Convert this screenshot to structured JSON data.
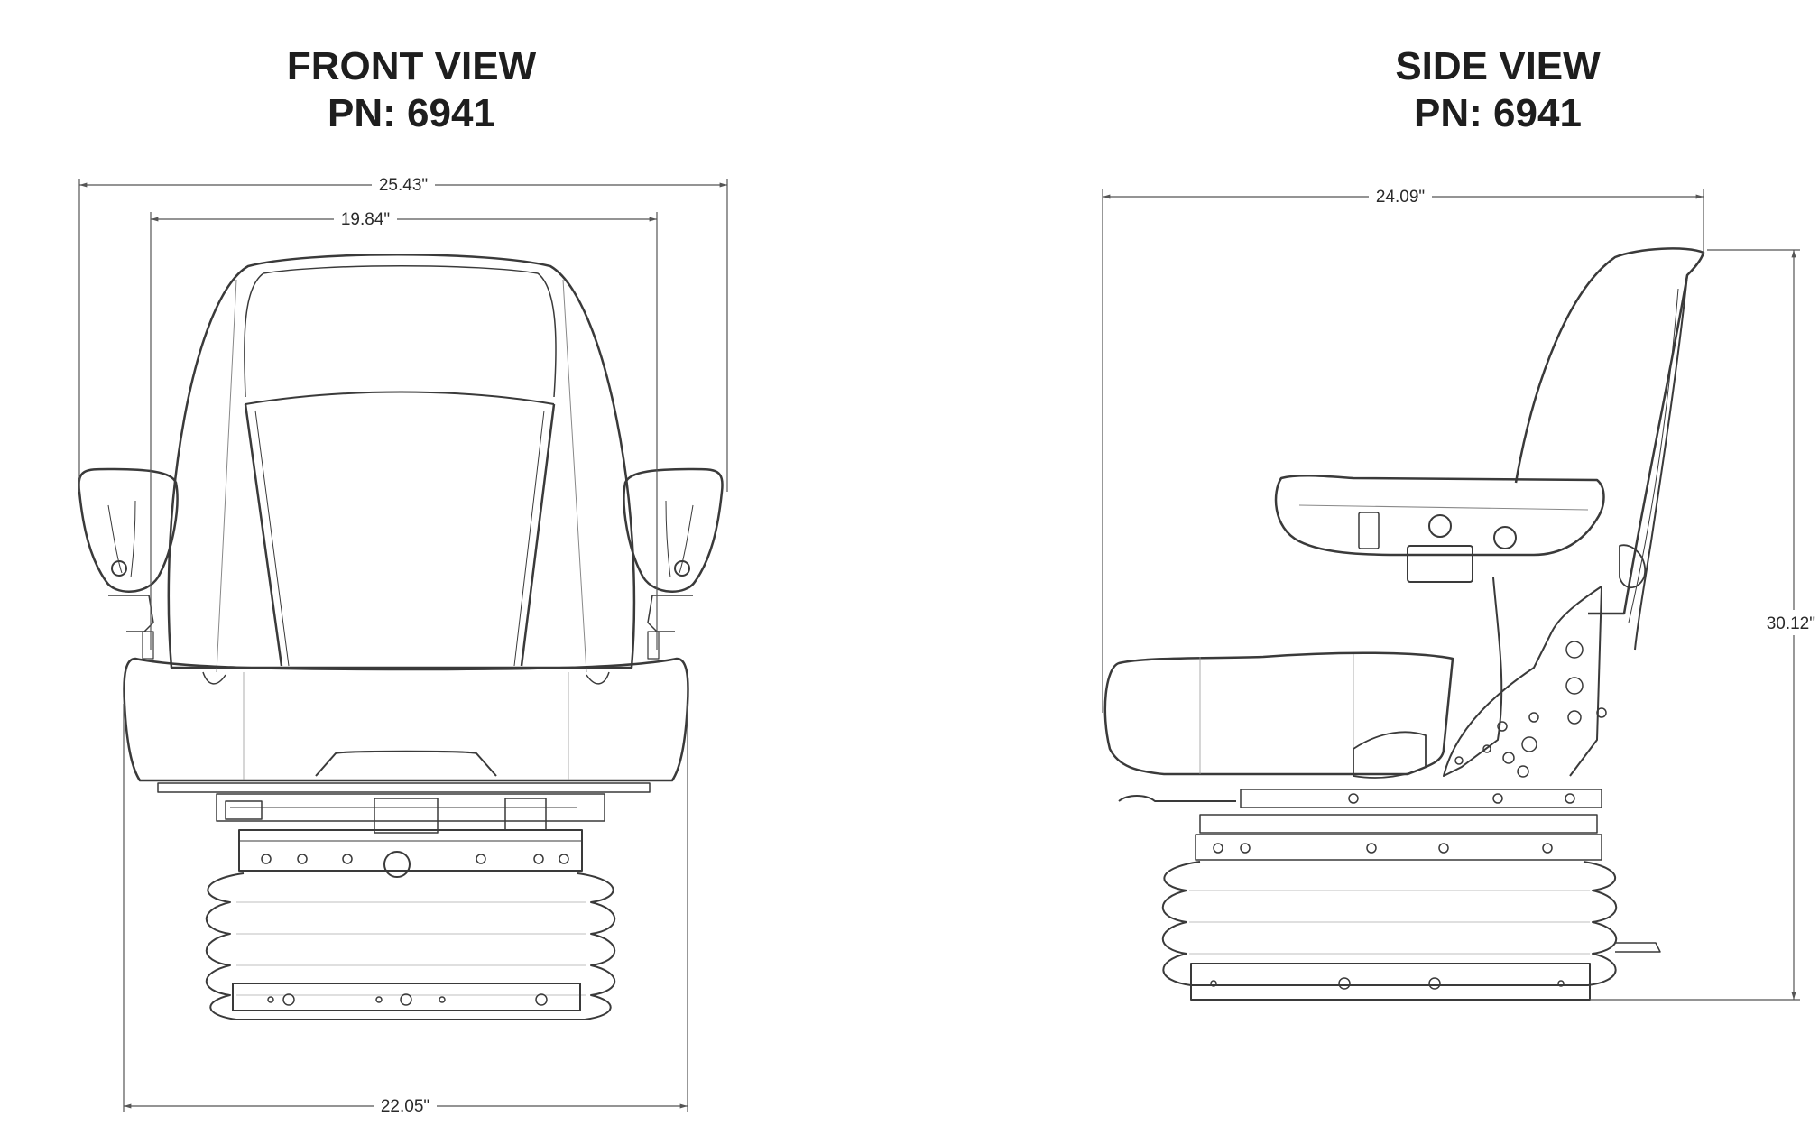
{
  "front_view": {
    "title": "FRONT VIEW",
    "part_number": "PN: 6941",
    "dimensions": {
      "overall_width": "25.43\"",
      "backrest_width": "19.84\"",
      "base_width": "22.05\""
    }
  },
  "side_view": {
    "title": "SIDE VIEW",
    "part_number": "PN: 6941",
    "dimensions": {
      "depth": "24.09\"",
      "height": "30.12\""
    }
  },
  "colors": {
    "line": "#3a3a3a",
    "dimension_line": "#555555",
    "background": "#ffffff"
  }
}
